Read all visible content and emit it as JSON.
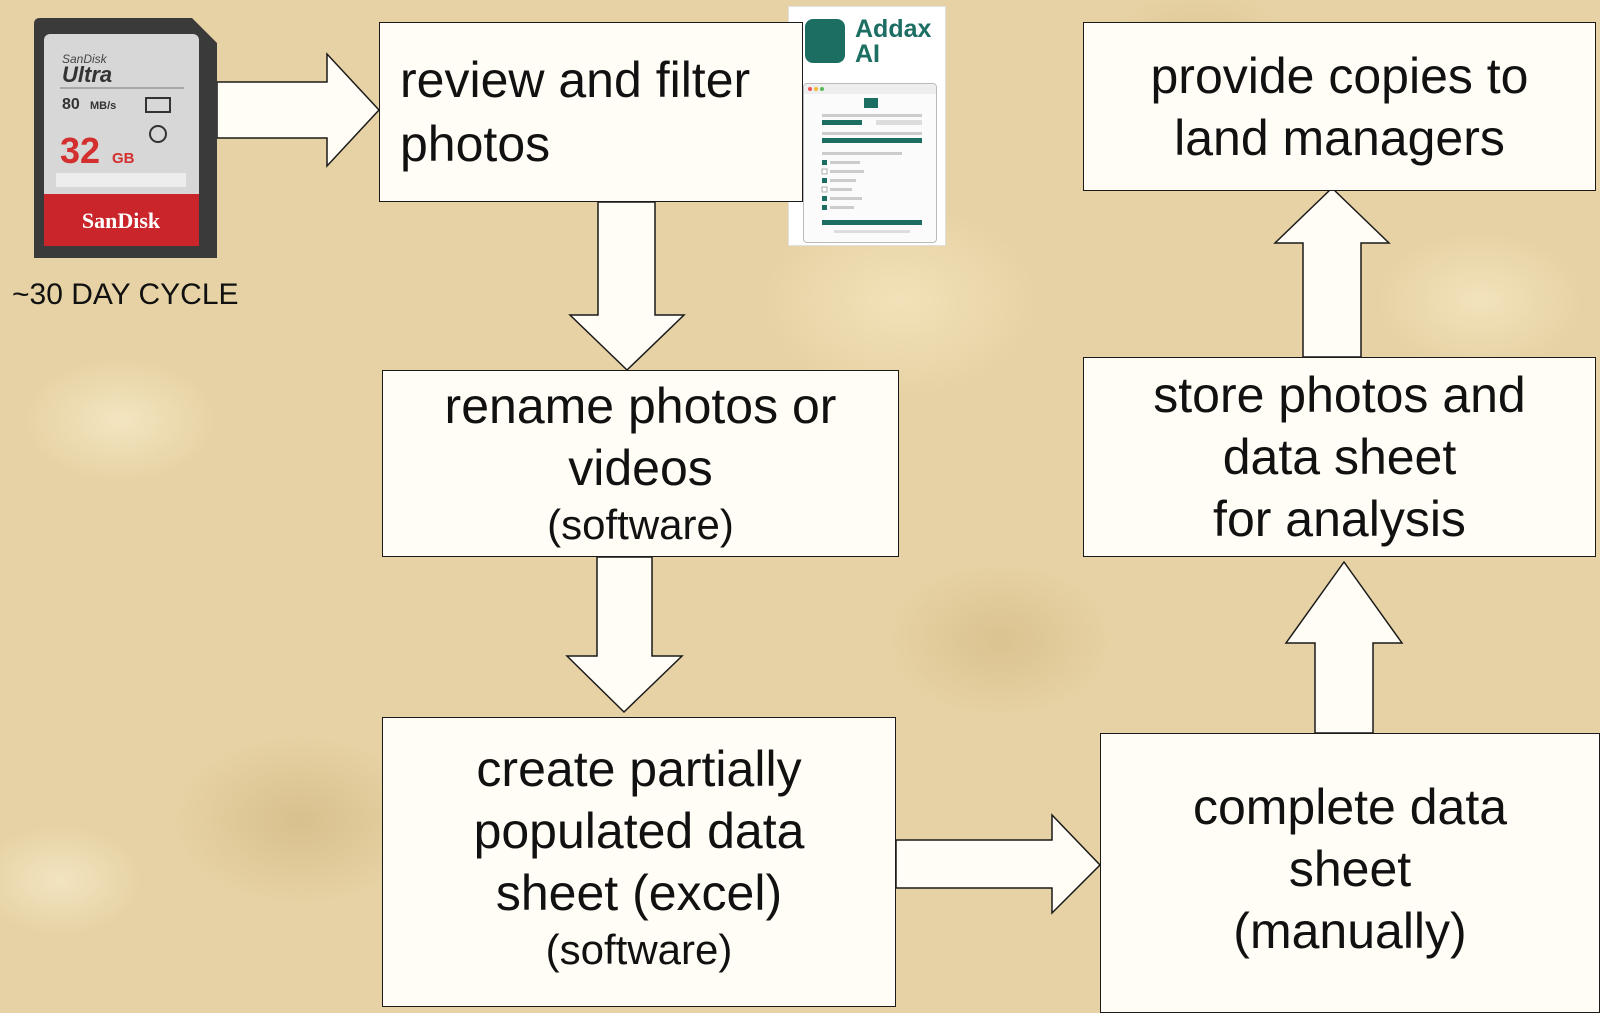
{
  "sd_card": {
    "brand_top": "SanDisk",
    "model": "Ultra",
    "speed": "80",
    "speed_unit": "MB/s",
    "capacity": "32",
    "capacity_unit": "GB",
    "brand_bottom": "SanDisk",
    "caption": "~30 DAY CYCLE"
  },
  "app_logo": {
    "name": "Addax\nAI",
    "brand_color": "#1c6e62"
  },
  "boxes": {
    "review": {
      "line1": "review and filter",
      "line2": "photos"
    },
    "rename": {
      "line1": "rename photos or",
      "line2": "videos",
      "sub": "(software)"
    },
    "create": {
      "line1": "create partially",
      "line2": "populated data",
      "line3": "sheet (excel)",
      "sub": "(software)"
    },
    "provide": {
      "line1": "provide copies to",
      "line2": "land managers"
    },
    "store": {
      "line1": "store photos and",
      "line2": "data sheet",
      "line3": "for analysis"
    },
    "complete": {
      "line1": "complete data",
      "line2": "sheet",
      "line3": "(manually)"
    }
  }
}
